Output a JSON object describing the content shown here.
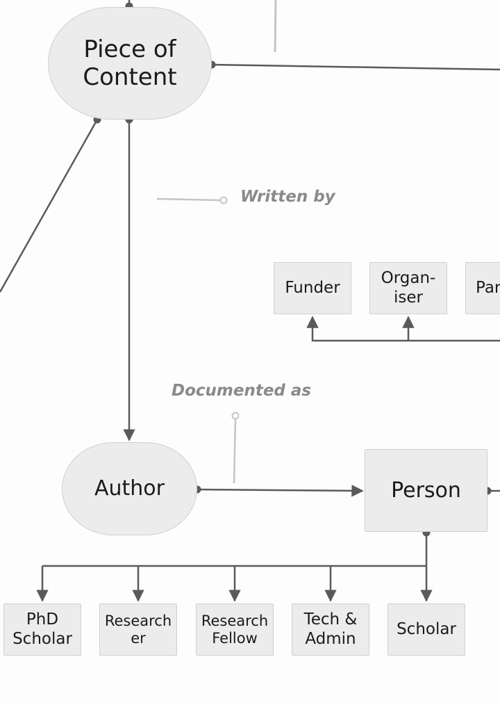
{
  "diagram": {
    "nodes": {
      "piece_of_content": [
        "Piece of",
        "Content"
      ],
      "author": "Author",
      "person": "Person",
      "funder": "Funder",
      "organiser": [
        "Organ-",
        "iser"
      ],
      "partial_right": "Par",
      "phd_scholar": [
        "PhD",
        "Scholar"
      ],
      "researcher": [
        "Research",
        "er"
      ],
      "research_fellow": [
        "Research",
        "Fellow"
      ],
      "tech_admin": [
        "Tech &",
        "Admin"
      ],
      "scholar": "Scholar"
    },
    "labels": {
      "written_by": "Written by",
      "documented_as": "Documented as"
    }
  },
  "colors": {
    "node_fill": "#ececec",
    "node_border": "#cfcfcf",
    "edge": "#5a5a5a",
    "annotation": "#c4c4c4",
    "label_text": "#8a8a8a"
  }
}
